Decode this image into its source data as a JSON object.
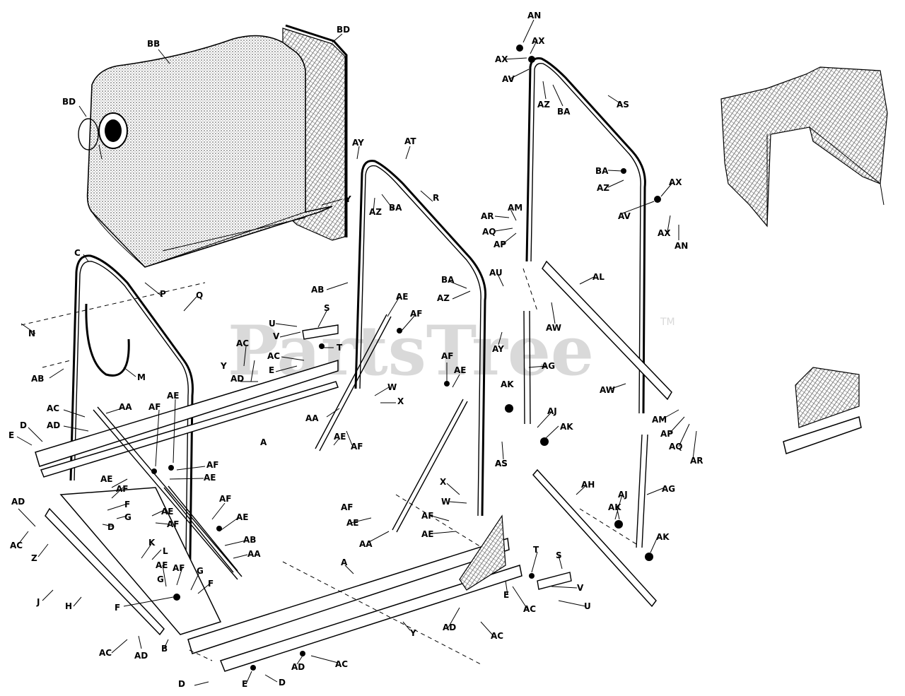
{
  "watermark": {
    "text": "PartsTree",
    "trademark": "TM"
  },
  "labels": {
    "bb_bag": "BB",
    "bd_back": "BD",
    "bd_ring": "BD",
    "y_bag": "Y",
    "c": "C",
    "p": "P",
    "q": "Q",
    "n": "N",
    "ab_left": "AB",
    "m": "M",
    "ac_left_1": "AC",
    "ad_left_1": "AD",
    "d_left": "D",
    "e_left": "E",
    "aa_left": "AA",
    "af_left_1": "AF",
    "ae_left_1": "AE",
    "af_left_2": "AF",
    "ae_left_2": "AE",
    "ac_mid": "AC",
    "ad_mid": "AD",
    "y_mid": "Y",
    "ac_mid2": "AC",
    "e_mid": "E",
    "a_mid": "A",
    "u_mid": "U",
    "v_mid": "V",
    "s_mid": "S",
    "t_mid": "T",
    "ab_mid": "AB",
    "ay_top": "AY",
    "at": "AT",
    "az_mid": "AZ",
    "ba_mid": "BA",
    "r": "R",
    "ae_mid1": "AE",
    "af_mid1": "AF",
    "aa_mid": "AA",
    "ae_mid2": "AE",
    "af_mid2": "AF",
    "w_mid": "W",
    "x_mid": "X",
    "ba_mid2": "BA",
    "az_mid2": "AZ",
    "au": "AU",
    "ay_mid2": "AY",
    "af_mid3": "AF",
    "ae_mid3": "AE",
    "as_mid": "AS",
    "an_top": "AN",
    "ax_top1": "AX",
    "ax_top2": "AX",
    "av_top": "AV",
    "az_top": "AZ",
    "ba_top": "BA",
    "as_top": "AS",
    "ba_right": "BA",
    "az_right": "AZ",
    "ax_right1": "AX",
    "av_right": "AV",
    "ax_right2": "AX",
    "an_right": "AN",
    "ar_top": "AR",
    "am_top": "AM",
    "aq_top": "AQ",
    "ap_top": "AP",
    "al": "AL",
    "aw_1": "AW",
    "ag_1": "AG",
    "ak_1": "AK",
    "aj_1": "AJ",
    "ak_2": "AK",
    "aw_2": "AW",
    "am_r": "AM",
    "ap_r": "AP",
    "aq_r": "AQ",
    "ar_r": "AR",
    "ah": "AH",
    "aj_2": "AJ",
    "ag_2": "AG",
    "ak_3": "AK",
    "ak_4": "AK",
    "ae_l3": "AE",
    "af_l3": "AF",
    "f_1": "F",
    "g_1": "G",
    "d_l2": "D",
    "ae_l4": "AE",
    "af_l4": "AF",
    "af_l5": "AF",
    "ae_l5": "AE",
    "ab_l2": "AB",
    "aa_l2": "AA",
    "ad_l2": "AD",
    "ac_l2": "AC",
    "z": "Z",
    "k": "K",
    "l": "L",
    "ae_l6": "AE",
    "af_l6": "AF",
    "g_2": "G",
    "g_3": "G",
    "f_2": "F",
    "j": "J",
    "h": "H",
    "f_3": "F",
    "ac_bot": "AC",
    "ad_bot": "AD",
    "b_bot": "B",
    "d_bot": "D",
    "e_bot": "E",
    "d_bot2": "D",
    "ad_bot2": "AD",
    "ac_bot2": "AC",
    "a_bot": "A",
    "y_bot": "Y",
    "aa_bot": "AA",
    "af_bot1": "AF",
    "ae_bot1": "AE",
    "x_bot": "X",
    "w_bot": "W",
    "af_bot2": "AF",
    "ae_bot2": "AE",
    "as_bot": "AS",
    "t_bot": "T",
    "s_bot": "S",
    "v_bot": "V",
    "u_bot": "U",
    "ac_bot3": "AC",
    "e_bot3": "E",
    "ad_bot3": "AD",
    "ac_bot4": "AC"
  }
}
